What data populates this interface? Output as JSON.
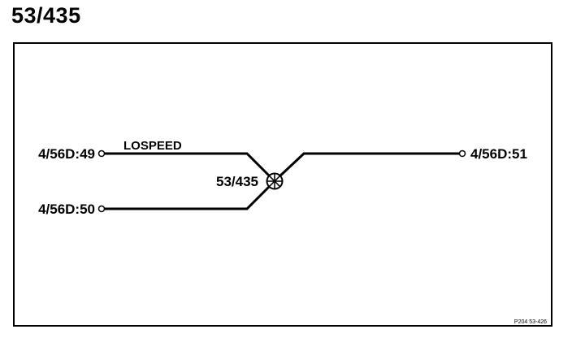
{
  "title": "53/435",
  "diagram": {
    "ports": {
      "in_top": "4/56D:49",
      "in_bottom": "4/56D:50",
      "out": "4/56D:51"
    },
    "wire_label": "LOSPEED",
    "splice_label": "53/435",
    "footer_code": "P204  53-426"
  }
}
